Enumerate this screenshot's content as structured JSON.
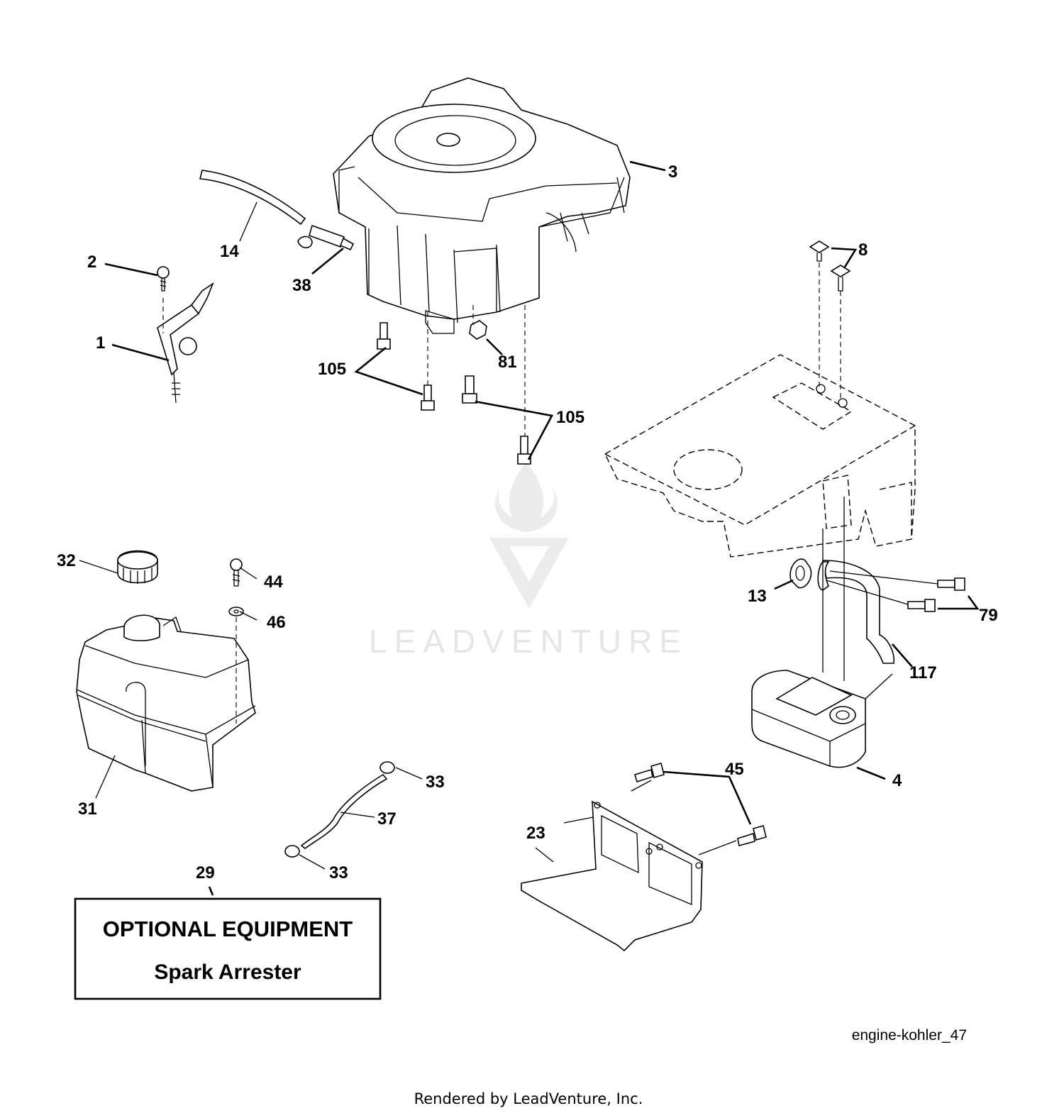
{
  "watermark": {
    "text": "LEADVENTURE"
  },
  "callouts": [
    {
      "id": "c1",
      "label": "1"
    },
    {
      "id": "c2",
      "label": "2"
    },
    {
      "id": "c3",
      "label": "3"
    },
    {
      "id": "c4",
      "label": "4"
    },
    {
      "id": "c8",
      "label": "8"
    },
    {
      "id": "c13",
      "label": "13"
    },
    {
      "id": "c14",
      "label": "14"
    },
    {
      "id": "c23",
      "label": "23"
    },
    {
      "id": "c29",
      "label": "29"
    },
    {
      "id": "c31",
      "label": "31"
    },
    {
      "id": "c32",
      "label": "32"
    },
    {
      "id": "c33a",
      "label": "33"
    },
    {
      "id": "c33b",
      "label": "33"
    },
    {
      "id": "c37",
      "label": "37"
    },
    {
      "id": "c38",
      "label": "38"
    },
    {
      "id": "c44",
      "label": "44"
    },
    {
      "id": "c45",
      "label": "45"
    },
    {
      "id": "c46",
      "label": "46"
    },
    {
      "id": "c79",
      "label": "79"
    },
    {
      "id": "c81",
      "label": "81"
    },
    {
      "id": "c105a",
      "label": "105"
    },
    {
      "id": "c105b",
      "label": "105"
    },
    {
      "id": "c117",
      "label": "117"
    }
  ],
  "optional_box": {
    "title": "OPTIONAL EQUIPMENT",
    "subtitle": "Spark Arrester"
  },
  "figure_id": "engine-kohler_47",
  "footer": "Rendered by LeadVenture, Inc."
}
